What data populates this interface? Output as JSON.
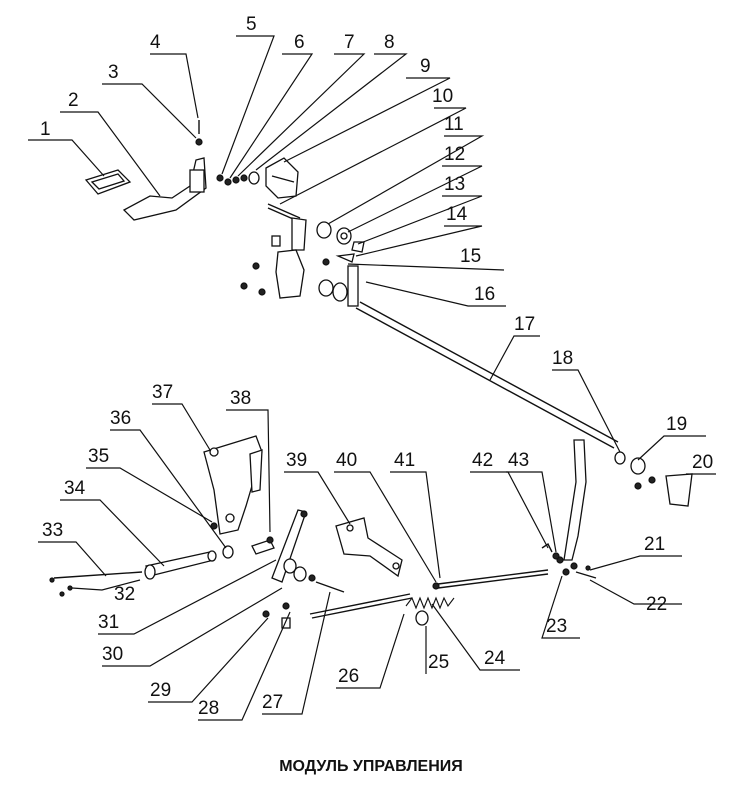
{
  "caption": "МОДУЛЬ УПРАВЛЕНИЯ",
  "callouts": [
    "1",
    "2",
    "3",
    "4",
    "5",
    "6",
    "7",
    "8",
    "9",
    "10",
    "11",
    "12",
    "13",
    "14",
    "15",
    "16",
    "17",
    "18",
    "19",
    "20",
    "21",
    "22",
    "23",
    "24",
    "25",
    "26",
    "27",
    "28",
    "29",
    "30",
    "31",
    "32",
    "33",
    "34",
    "35",
    "36",
    "37",
    "38",
    "39",
    "40",
    "41",
    "42",
    "43"
  ],
  "colors": {
    "ink": "#111111",
    "paper": "#ffffff"
  }
}
